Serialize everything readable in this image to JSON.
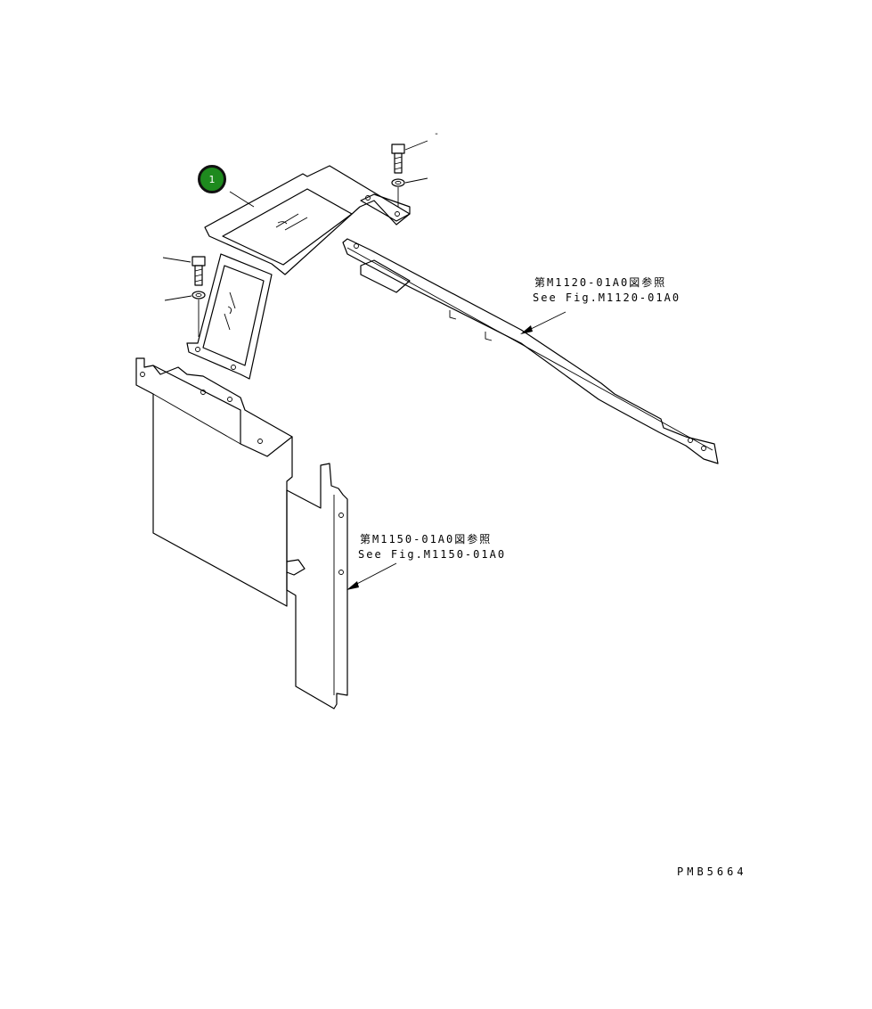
{
  "callout": {
    "number": "1",
    "color": "#1e8a1e"
  },
  "references": [
    {
      "jp": "第M1120-01A0図参照",
      "en": "See Fig.M1120-01A0"
    },
    {
      "jp": "第M1150-01A0図参照",
      "en": "See Fig.M1150-01A0"
    }
  ],
  "drawing_code": "PMB5664",
  "bolt_mark": "-"
}
